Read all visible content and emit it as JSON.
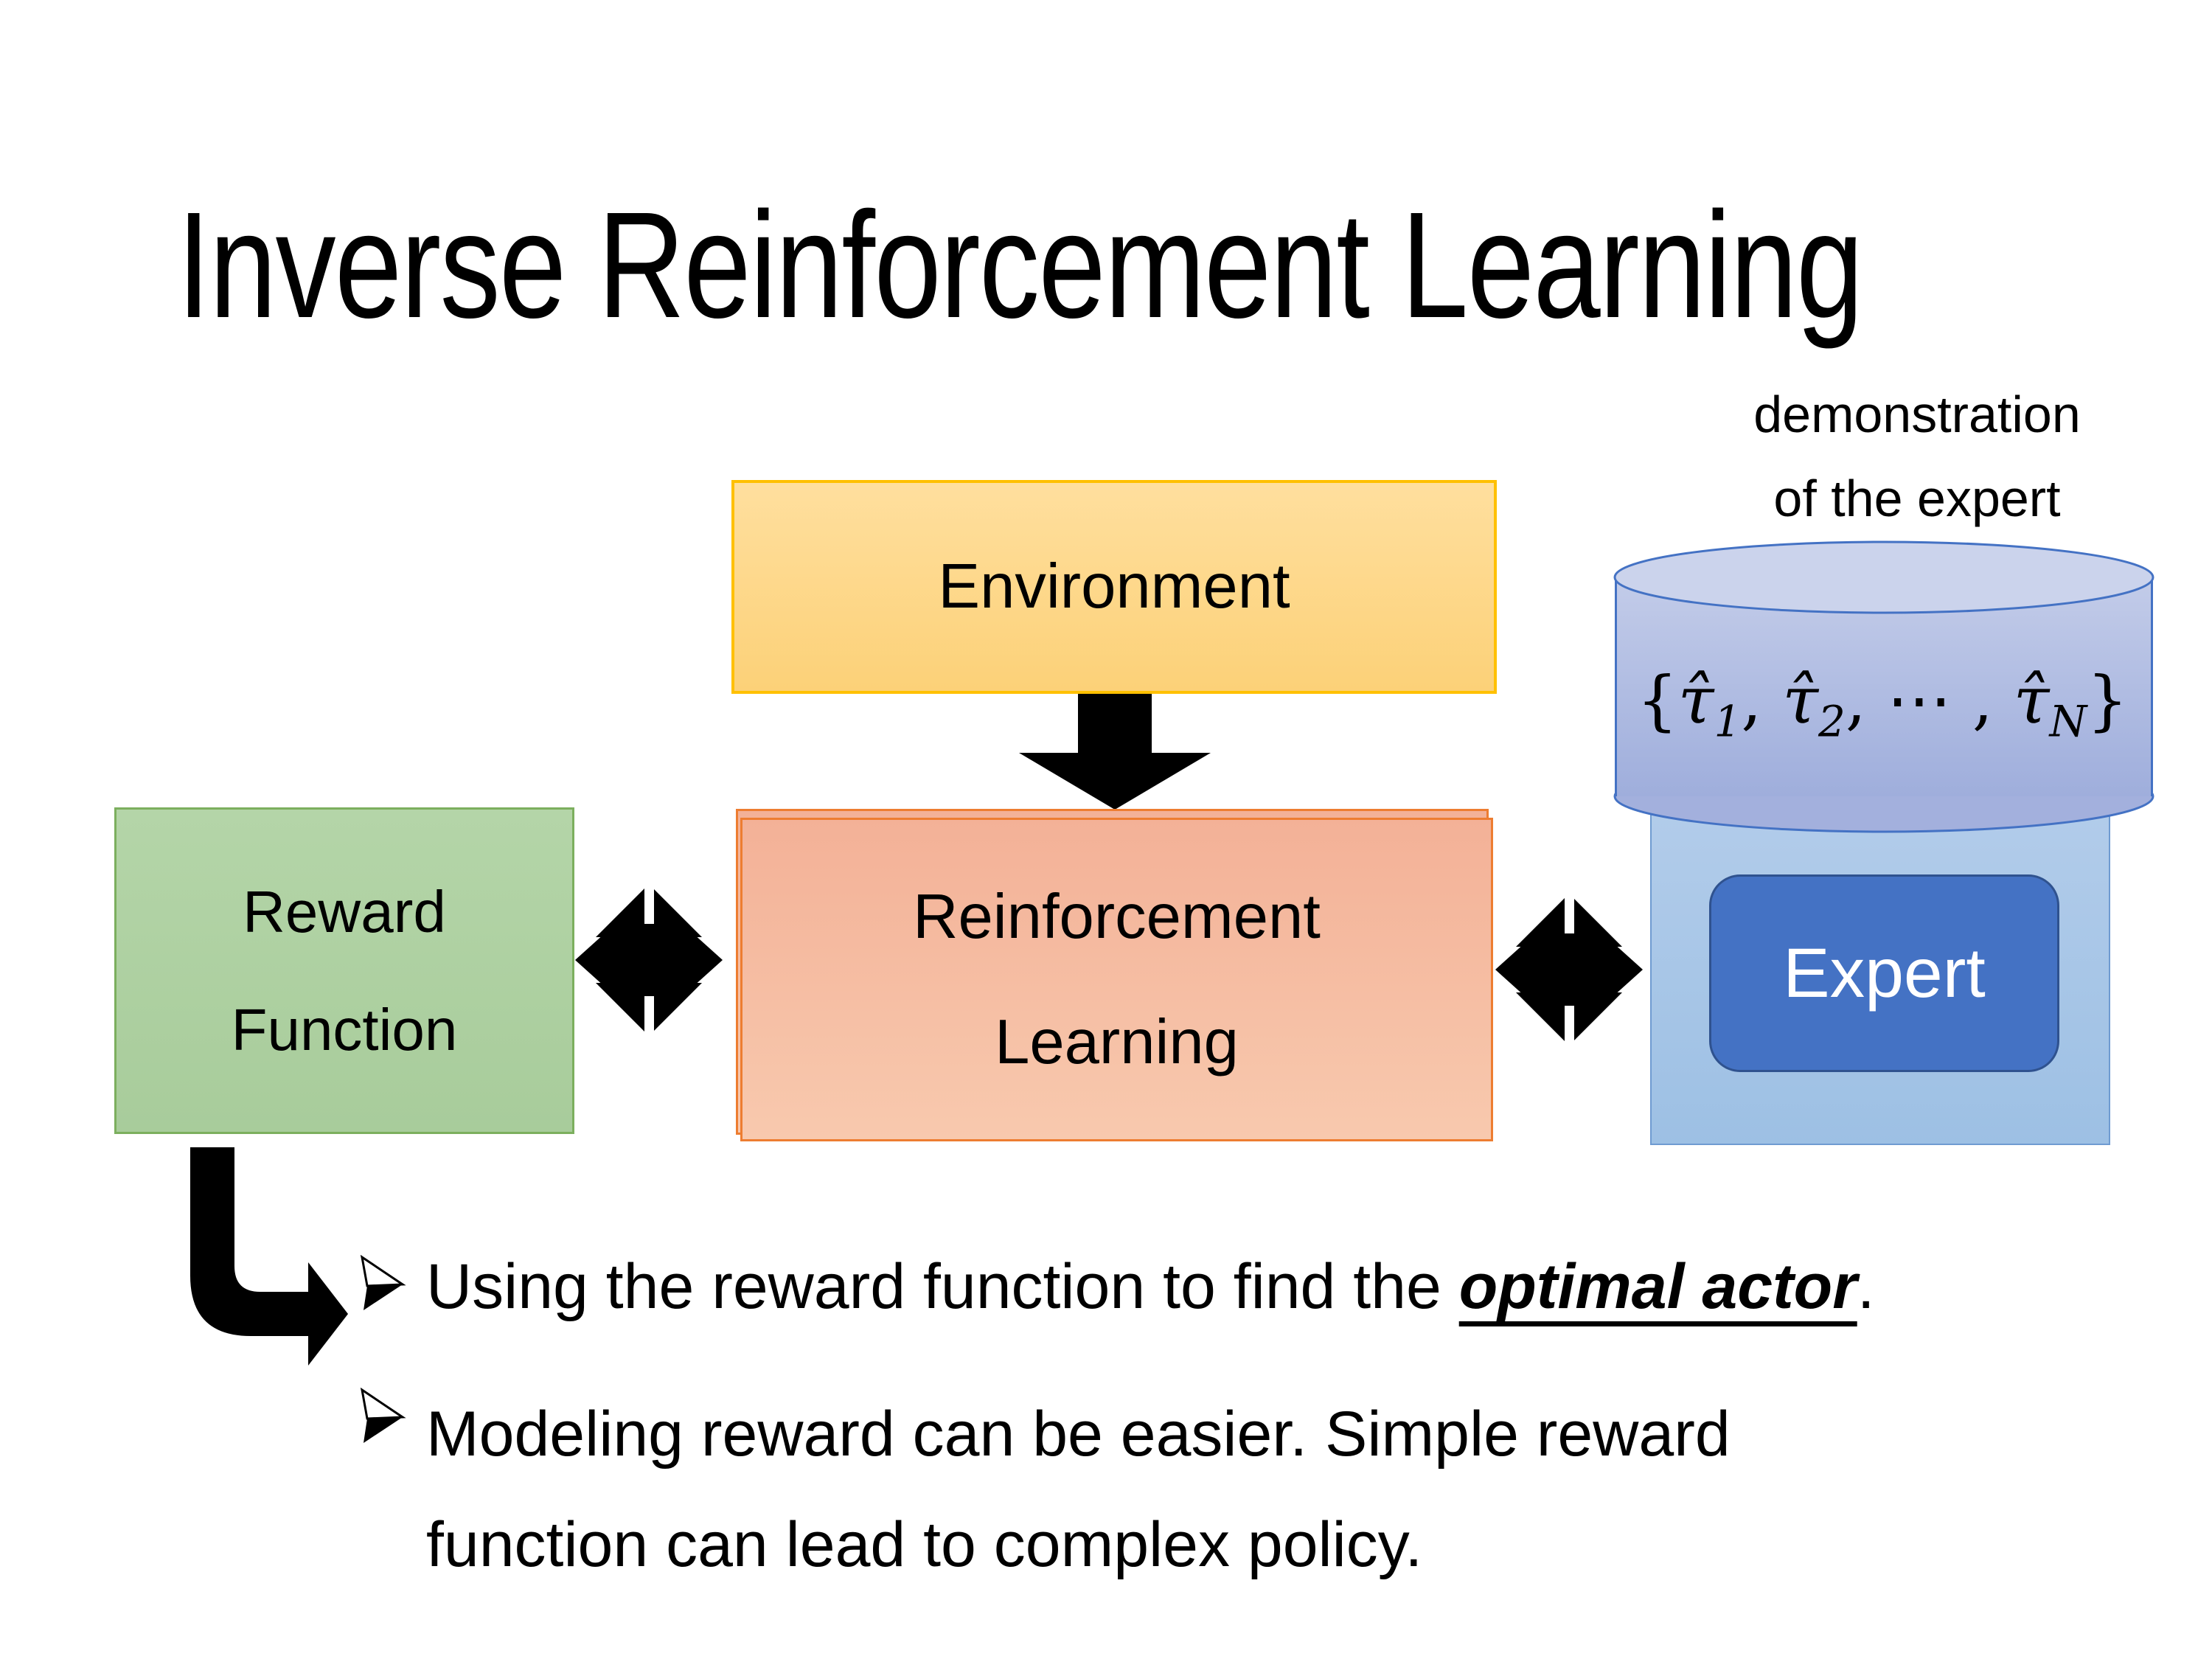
{
  "slide": {
    "title": "Inverse Reinforcement Learning",
    "caption": {
      "line1": "demonstration",
      "line2": "of the expert"
    },
    "environment": {
      "label": "Environment"
    },
    "reward_function": {
      "line1": "Reward",
      "line2": "Function"
    },
    "reinforcement_learning": {
      "line1": "Reinforcement",
      "line2": "Learning"
    },
    "expert": {
      "label": "Expert"
    },
    "formula": {
      "lbrace": "{",
      "tau1": "τ̂",
      "sub1": "1",
      "sep1": ", ",
      "tau2": "τ̂",
      "sub2": "2",
      "sep2": ", ⋯ , ",
      "tau3": "τ̂",
      "subN": "N",
      "rbrace": "}"
    },
    "bullets": {
      "item1": {
        "lead": "Using the reward function to find the ",
        "emphasis": "optimal actor",
        "tail": "."
      },
      "item2": {
        "line1": "Modeling reward can be easier. Simple reward",
        "line2": "function can lead to complex policy."
      }
    },
    "icons": {
      "bullet_marker": "right-arrowhead",
      "env_to_rl": "down-arrow",
      "reward_rl_link": "double-arrow-cluster",
      "rl_expert_link": "double-arrow-cluster",
      "reward_to_bullets": "bent-right-arrow"
    },
    "colors": {
      "environment_fill_top": "#FFDF9E",
      "environment_fill_bottom": "#FCD178",
      "environment_border": "#FFC000",
      "reward_fill_top": "#B4D5A8",
      "reward_fill_bottom": "#A8CC9B",
      "reward_border": "#7CAF5E",
      "rl_fill_top": "#F3B197",
      "rl_fill_bottom": "#F8C9AE",
      "rl_border": "#ED7D31",
      "cylinder_cap": "#CBD3EC",
      "cylinder_border": "#4472C4",
      "expert_panel_border": "#6F9BD1",
      "expert_fill": "#4472C4",
      "expert_border": "#2F528F",
      "arrow": "#000000",
      "text": "#000000"
    }
  }
}
